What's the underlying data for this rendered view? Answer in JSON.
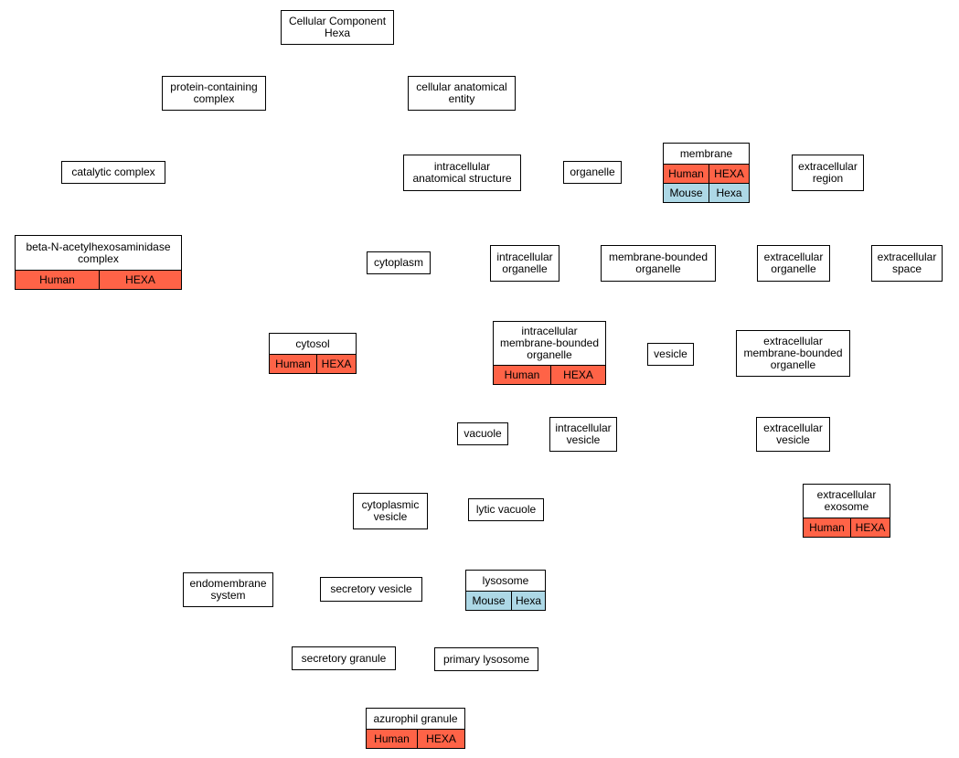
{
  "colors": {
    "human": "#ff6347",
    "mouse": "#add8e6",
    "is_a_edge": "#c0c0c0",
    "part_of_edge": "#0000ff"
  },
  "nodes": [
    {
      "id": "cc",
      "label": "Cellular Component\nHexa"
    },
    {
      "id": "pcc",
      "label": "protein-containing\ncomplex"
    },
    {
      "id": "cae",
      "label": "cellular anatomical\nentity"
    },
    {
      "id": "catc",
      "label": "catalytic complex"
    },
    {
      "id": "bnac",
      "label": "beta-N-acetylhexosaminidase\ncomplex",
      "tags": [
        {
          "species": "Human",
          "gene": "HEXA",
          "kind": "human"
        }
      ]
    },
    {
      "id": "ias",
      "label": "intracellular\nanatomical structure"
    },
    {
      "id": "org",
      "label": "organelle"
    },
    {
      "id": "mem",
      "label": "membrane",
      "tags": [
        {
          "species": "Human",
          "gene": "HEXA",
          "kind": "human"
        },
        {
          "species": "Mouse",
          "gene": "Hexa",
          "kind": "mouse"
        }
      ]
    },
    {
      "id": "exr",
      "label": "extracellular\nregion"
    },
    {
      "id": "cyto",
      "label": "cytoplasm"
    },
    {
      "id": "io",
      "label": "intracellular\norganelle"
    },
    {
      "id": "mbo",
      "label": "membrane-bounded\norganelle"
    },
    {
      "id": "eo",
      "label": "extracellular\norganelle"
    },
    {
      "id": "es",
      "label": "extracellular\nspace"
    },
    {
      "id": "cytosol",
      "label": "cytosol",
      "tags": [
        {
          "species": "Human",
          "gene": "HEXA",
          "kind": "human"
        }
      ]
    },
    {
      "id": "imbo",
      "label": "intracellular\nmembrane-bounded\norganelle",
      "tags": [
        {
          "species": "Human",
          "gene": "HEXA",
          "kind": "human"
        }
      ]
    },
    {
      "id": "ves",
      "label": "vesicle"
    },
    {
      "id": "embo",
      "label": "extracellular\nmembrane-bounded\norganelle"
    },
    {
      "id": "vac",
      "label": "vacuole"
    },
    {
      "id": "iv",
      "label": "intracellular\nvesicle"
    },
    {
      "id": "ev",
      "label": "extracellular\nvesicle"
    },
    {
      "id": "cv",
      "label": "cytoplasmic\nvesicle"
    },
    {
      "id": "lv",
      "label": "lytic vacuole"
    },
    {
      "id": "exo",
      "label": "extracellular\nexosome",
      "tags": [
        {
          "species": "Human",
          "gene": "HEXA",
          "kind": "human"
        }
      ]
    },
    {
      "id": "ems",
      "label": "endomembrane\nsystem"
    },
    {
      "id": "sv",
      "label": "secretory vesicle"
    },
    {
      "id": "lys",
      "label": "lysosome",
      "tags": [
        {
          "species": "Mouse",
          "gene": "Hexa",
          "kind": "mouse"
        }
      ]
    },
    {
      "id": "sg",
      "label": "secretory granule"
    },
    {
      "id": "pl",
      "label": "primary lysosome"
    },
    {
      "id": "ag",
      "label": "azurophil granule",
      "tags": [
        {
          "species": "Human",
          "gene": "HEXA",
          "kind": "human"
        }
      ]
    }
  ],
  "edges": [
    {
      "from": "pcc",
      "to": "cc",
      "type": "is_a"
    },
    {
      "from": "cae",
      "to": "cc",
      "type": "is_a"
    },
    {
      "from": "catc",
      "to": "pcc",
      "type": "is_a"
    },
    {
      "from": "bnac",
      "to": "catc",
      "type": "is_a"
    },
    {
      "from": "ias",
      "to": "cae",
      "type": "is_a"
    },
    {
      "from": "org",
      "to": "cae",
      "type": "is_a"
    },
    {
      "from": "mem",
      "to": "cae",
      "type": "is_a"
    },
    {
      "from": "exr",
      "to": "cae",
      "type": "is_a"
    },
    {
      "from": "es",
      "to": "cae",
      "type": "is_a"
    },
    {
      "from": "cyto",
      "to": "cae",
      "type": "is_a"
    },
    {
      "from": "cytosol",
      "to": "cae",
      "type": "is_a"
    },
    {
      "from": "ems",
      "to": "cae",
      "type": "is_a"
    },
    {
      "from": "cyto",
      "to": "ias",
      "type": "part_of"
    },
    {
      "from": "io",
      "to": "ias",
      "type": "part_of"
    },
    {
      "from": "io",
      "to": "org",
      "type": "is_a"
    },
    {
      "from": "mbo",
      "to": "org",
      "type": "is_a"
    },
    {
      "from": "eo",
      "to": "org",
      "type": "is_a"
    },
    {
      "from": "eo",
      "to": "exr",
      "type": "part_of"
    },
    {
      "from": "es",
      "to": "exr",
      "type": "part_of"
    },
    {
      "from": "cytosol",
      "to": "cyto",
      "type": "part_of"
    },
    {
      "from": "cv",
      "to": "cyto",
      "type": "part_of"
    },
    {
      "from": "vac",
      "to": "cyto",
      "type": "part_of"
    },
    {
      "from": "imbo",
      "to": "io",
      "type": "is_a"
    },
    {
      "from": "imbo",
      "to": "mbo",
      "type": "is_a"
    },
    {
      "from": "ves",
      "to": "mbo",
      "type": "is_a"
    },
    {
      "from": "embo",
      "to": "mbo",
      "type": "is_a"
    },
    {
      "from": "embo",
      "to": "eo",
      "type": "is_a"
    },
    {
      "from": "vac",
      "to": "imbo",
      "type": "is_a"
    },
    {
      "from": "iv",
      "to": "imbo",
      "type": "is_a"
    },
    {
      "from": "iv",
      "to": "ves",
      "type": "is_a"
    },
    {
      "from": "ev",
      "to": "ves",
      "type": "is_a"
    },
    {
      "from": "ev",
      "to": "embo",
      "type": "is_a"
    },
    {
      "from": "exo",
      "to": "ev",
      "type": "is_a"
    },
    {
      "from": "exo",
      "to": "es",
      "type": "part_of"
    },
    {
      "from": "cv",
      "to": "iv",
      "type": "is_a"
    },
    {
      "from": "lv",
      "to": "vac",
      "type": "is_a"
    },
    {
      "from": "lys",
      "to": "lv",
      "type": "is_a"
    },
    {
      "from": "sv",
      "to": "cv",
      "type": "is_a"
    },
    {
      "from": "sg",
      "to": "sv",
      "type": "is_a"
    },
    {
      "from": "sg",
      "to": "ems",
      "type": "part_of"
    },
    {
      "from": "pl",
      "to": "lys",
      "type": "is_a"
    },
    {
      "from": "ag",
      "to": "sg",
      "type": "is_a"
    },
    {
      "from": "ag",
      "to": "pl",
      "type": "is_a"
    }
  ]
}
